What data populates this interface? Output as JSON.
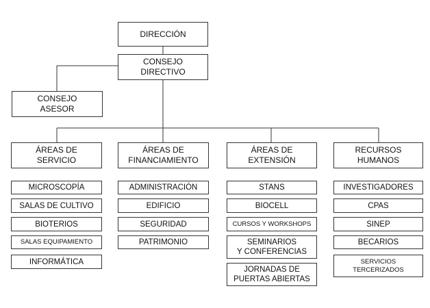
{
  "org_chart": {
    "direccion": "DIRECCIÓN",
    "consejo_directivo": "CONSEJO\nDIRECTIVO",
    "consejo_asesor": "CONSEJO\nASESOR",
    "areas": [
      {
        "title": "ÁREAS DE\nSERVICIO",
        "items": [
          "MICROSCOPÍA",
          "SALAS DE CULTIVO",
          "BIOTERIOS",
          "SALAS EQUIPAMIENTO",
          "INFORMÁTICA"
        ]
      },
      {
        "title": "ÁREAS DE\nFINANCIAMIENTO",
        "items": [
          "ADMINISTRACIÓN",
          "EDIFICIO",
          "SEGURIDAD",
          "PATRIMONIO"
        ]
      },
      {
        "title": "ÁREAS DE\nEXTENSIÓN",
        "items": [
          "STANS",
          "BIOCELL",
          "CURSOS Y WORKSHOPS",
          "SEMINARIOS\nY CONFERENCIAS",
          "JORNADAS DE\nPUERTAS ABIERTAS"
        ]
      },
      {
        "title": "RECURSOS\nHUMANOS",
        "items": [
          "INVESTIGADORES",
          "CPAS",
          "SINEP",
          "BECARIOS",
          "SERVICIOS\nTERCERIZADOS"
        ]
      }
    ],
    "colors": {
      "line": "#333333",
      "box_border": "#333333",
      "text": "#111111",
      "background": "#ffffff"
    }
  }
}
